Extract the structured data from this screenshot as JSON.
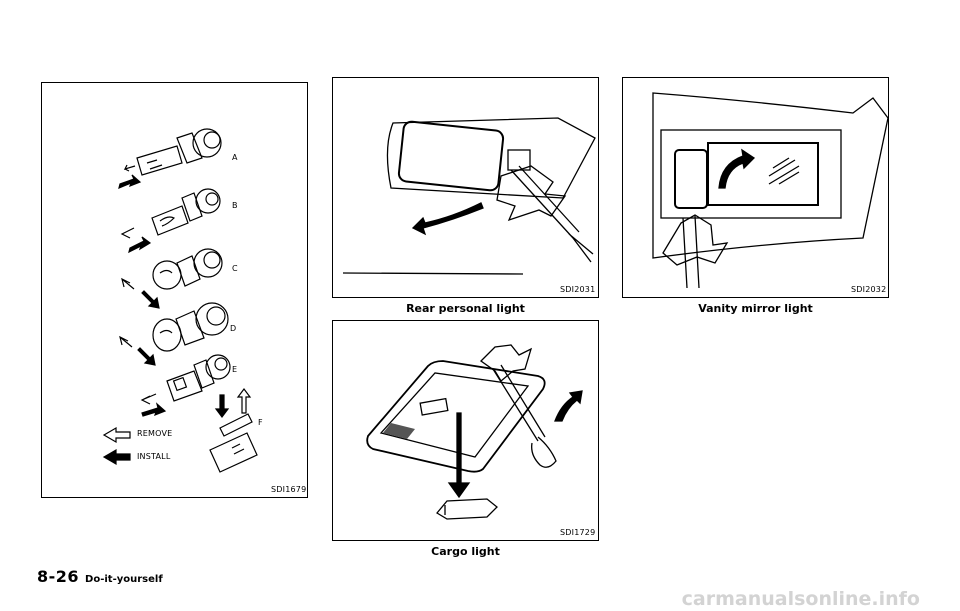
{
  "figures": {
    "bulbs": {
      "code": "SDI1679",
      "letters": [
        "A",
        "B",
        "C",
        "D",
        "E",
        "F"
      ],
      "legend_remove": "REMOVE",
      "legend_install": "INSTALL"
    },
    "rear_personal": {
      "code": "SDI2031",
      "caption": "Rear personal light"
    },
    "vanity_mirror": {
      "code": "SDI2032",
      "caption": "Vanity mirror light"
    },
    "cargo": {
      "code": "SDI1729",
      "caption": "Cargo light"
    }
  },
  "footer": {
    "page_number": "8-26",
    "section": "Do-it-yourself"
  },
  "watermark": "carmanualsonline.info"
}
